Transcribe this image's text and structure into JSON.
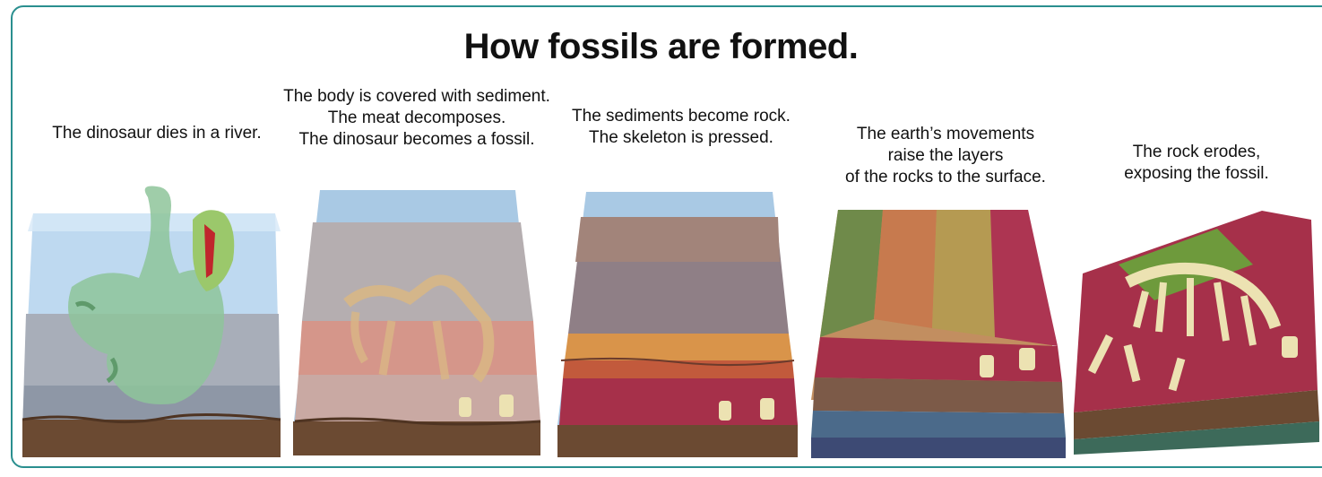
{
  "title": "How fossils are formed.",
  "stages": [
    {
      "caption": "The dinosaur dies in a river."
    },
    {
      "caption": "The body is covered with sediment.\nThe meat decomposes.\nThe dinosaur becomes a fossil."
    },
    {
      "caption": "The sediments become rock.\nThe skeleton is pressed."
    },
    {
      "caption": "The earth’s movements\nraise the layers\nof the rocks to the surface."
    },
    {
      "caption": "The rock erodes,\nexposing the fossil."
    }
  ],
  "colors": {
    "border": "#2a8f8f",
    "water": "#9ec9e8",
    "soil": "#6b4a32",
    "rock_red": "#9b2d3d"
  }
}
